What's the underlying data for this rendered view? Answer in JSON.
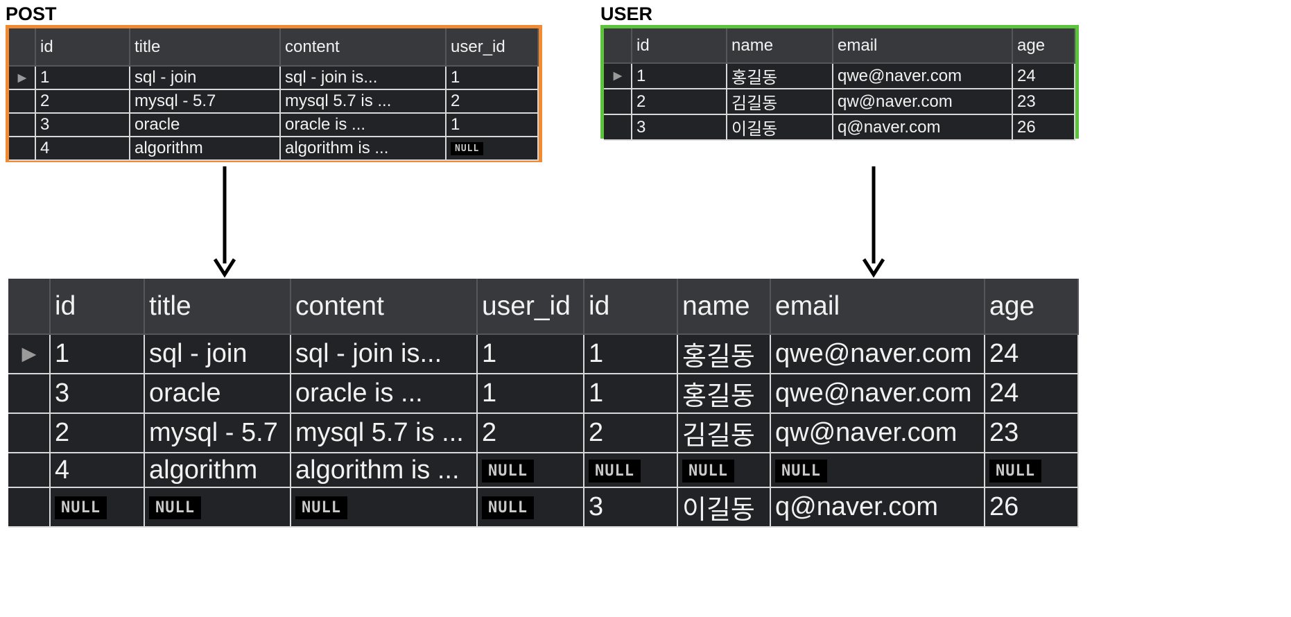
{
  "post": {
    "caption": "POST",
    "columns": [
      "id",
      "title",
      "content",
      "user_id"
    ],
    "rows": [
      [
        "1",
        "sql - join",
        "sql - join is...",
        "1"
      ],
      [
        "2",
        "mysql - 5.7",
        "mysql 5.7 is ...",
        "2"
      ],
      [
        "3",
        "oracle",
        "oracle is ...",
        "1"
      ],
      [
        "4",
        "algorithm",
        "algorithm is ...",
        "NULL"
      ]
    ],
    "border_color": "#f08a33"
  },
  "user": {
    "caption": "USER",
    "columns": [
      "id",
      "name",
      "email",
      "age"
    ],
    "rows": [
      [
        "1",
        "홍길동",
        "qwe@naver.com",
        "24"
      ],
      [
        "2",
        "김길동",
        "qw@naver.com",
        "23"
      ],
      [
        "3",
        "이길동",
        "q@naver.com",
        "26"
      ]
    ],
    "border_color": "#5cc43a"
  },
  "result": {
    "columns": [
      "id",
      "title",
      "content",
      "user_id",
      "id",
      "name",
      "email",
      "age"
    ],
    "rows": [
      [
        "1",
        "sql - join",
        "sql - join is...",
        "1",
        "1",
        "홍길동",
        "qwe@naver.com",
        "24"
      ],
      [
        "3",
        "oracle",
        "oracle is ...",
        "1",
        "1",
        "홍길동",
        "qwe@naver.com",
        "24"
      ],
      [
        "2",
        "mysql - 5.7",
        "mysql 5.7 is ...",
        "2",
        "2",
        "김길동",
        "qw@naver.com",
        "23"
      ],
      [
        "4",
        "algorithm",
        "algorithm is ...",
        "NULL",
        "NULL",
        "NULL",
        "NULL",
        "NULL"
      ],
      [
        "NULL",
        "NULL",
        "NULL",
        "NULL",
        "3",
        "이길동",
        "q@naver.com",
        "26"
      ]
    ]
  },
  "icons": {
    "current_row_marker": "play-triangle-icon",
    "flow_arrow": "arrow-down-icon"
  },
  "null_token": "NULL"
}
